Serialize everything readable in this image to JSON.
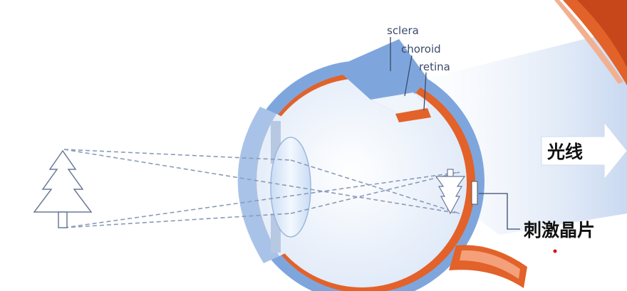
{
  "labels": {
    "sclera": "sclera",
    "choroid": "choroid",
    "retina": "retina",
    "light": "光线",
    "implant": "刺激晶片"
  },
  "colors": {
    "sclera_blue": "#7fa6dc",
    "choroid_orange": "#e2622a",
    "eye_interior": "#eef4fc",
    "light_beam": "#dde8f7",
    "ray_dash": "#8a9bb8",
    "marker_red": "#e01010"
  },
  "icons": {
    "object": "tree-icon",
    "retinal_image": "inverted-tree-icon"
  }
}
